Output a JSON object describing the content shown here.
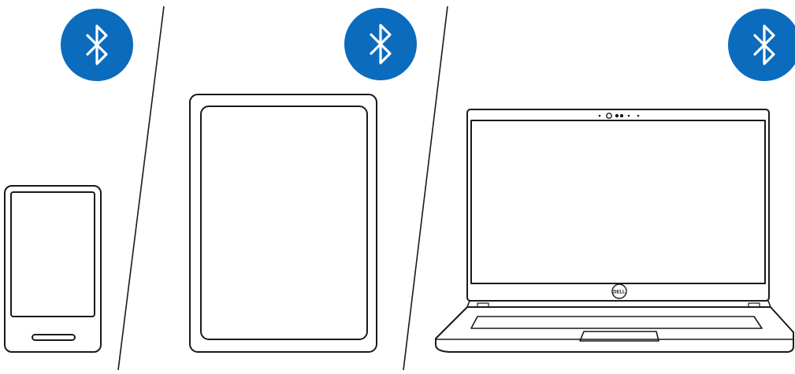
{
  "colors": {
    "stroke": "#1a1a1a",
    "background": "#ffffff",
    "bluetooth_badge": "#0b6bbd",
    "bluetooth_glyph": "#ffffff"
  },
  "panels": [
    {
      "device": "smartphone",
      "icon": "bluetooth-icon"
    },
    {
      "device": "tablet",
      "icon": "bluetooth-icon"
    },
    {
      "device": "laptop",
      "icon": "bluetooth-icon"
    }
  ],
  "laptop": {
    "logo_text": "DELL"
  }
}
